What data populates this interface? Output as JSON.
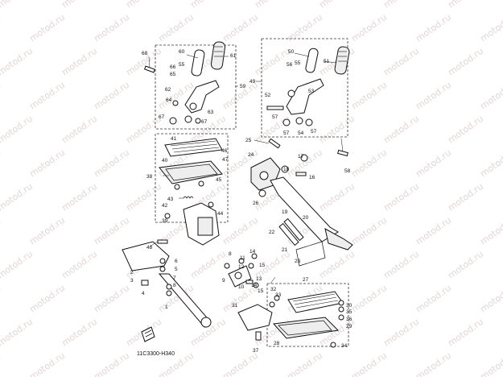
{
  "watermark": "motod.ru",
  "diagram_code": "11C3300-H340",
  "callouts": {
    "c1": "1",
    "c2": "2",
    "c3": "3",
    "c4": "4",
    "c5": "5",
    "c6": "6",
    "c7": "7",
    "c8": "8",
    "c9": "9",
    "c10": "10",
    "c11": "11",
    "c12": "12",
    "c13": "13",
    "c14": "14",
    "c15": "15",
    "c16": "16",
    "c17": "17",
    "c18": "18",
    "c19": "19",
    "c20": "20",
    "c21": "21",
    "c22": "22",
    "c23": "23",
    "c24": "24",
    "c25": "25",
    "c26": "26",
    "c27": "27",
    "c28": "28",
    "c29": "29",
    "c30": "30",
    "c31": "31",
    "c32": "32",
    "c33": "33",
    "c34": "34",
    "c35": "35",
    "c36": "36",
    "c37": "37",
    "c38": "38",
    "c39": "39",
    "c40": "40",
    "c41": "41",
    "c42": "42",
    "c43": "43",
    "c44": "44",
    "c45": "45",
    "c46": "46",
    "c47": "47",
    "c48": "48",
    "c49": "49",
    "c50": "50",
    "c51": "51",
    "c52": "52",
    "c53": "53",
    "c54": "54",
    "c55": "55",
    "c56": "56",
    "c57": "57",
    "c58": "58",
    "c59": "59",
    "c60": "60",
    "c61": "61",
    "c62": "62",
    "c63": "63",
    "c64": "64",
    "c65": "65",
    "c66": "66",
    "c67": "67",
    "c68": "68"
  }
}
